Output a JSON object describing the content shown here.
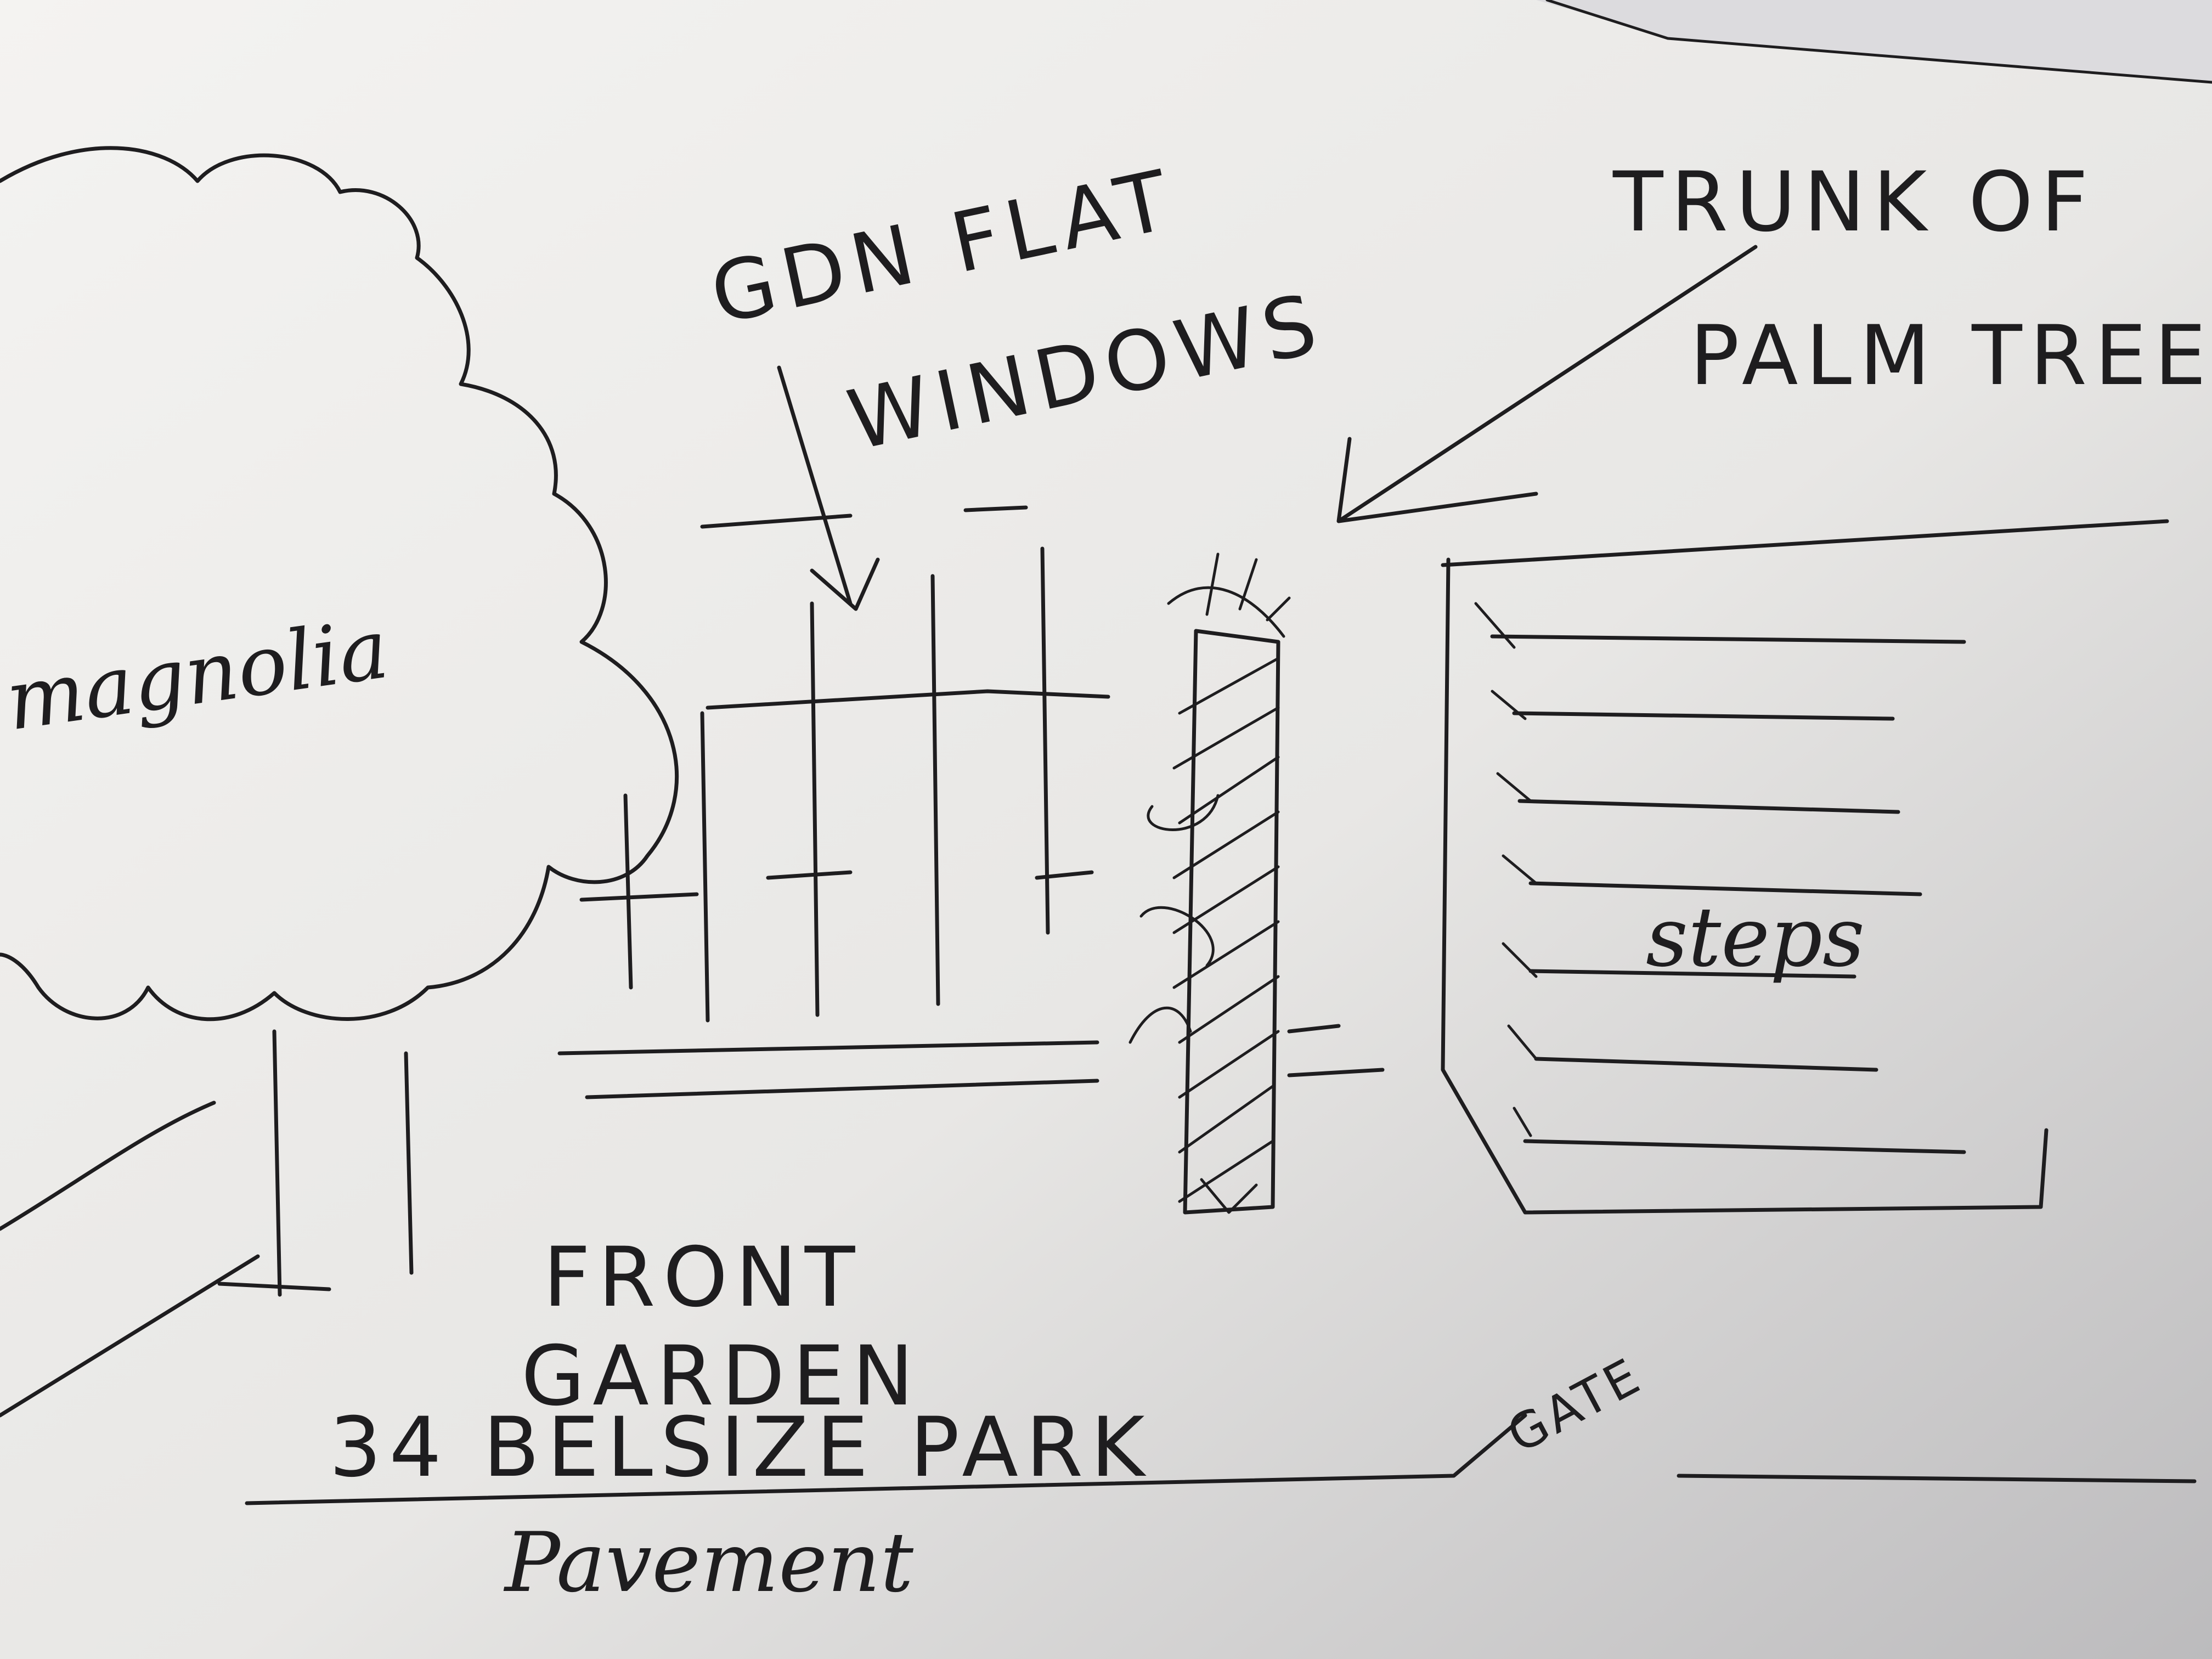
{
  "labels": {
    "magnolia": "magnolia",
    "gdn_flat_windows_line1": "GDN FLAT",
    "gdn_flat_windows_line2": "WINDOWS",
    "trunk_line1": "TRUNK OF",
    "trunk_line2": "PALM TREE",
    "steps": "steps",
    "front_garden_line1": "FRONT",
    "front_garden_line2": "GARDEN",
    "address": "34 BELSIZE PARK",
    "gate": "GATE",
    "pavement": "Pavement"
  }
}
